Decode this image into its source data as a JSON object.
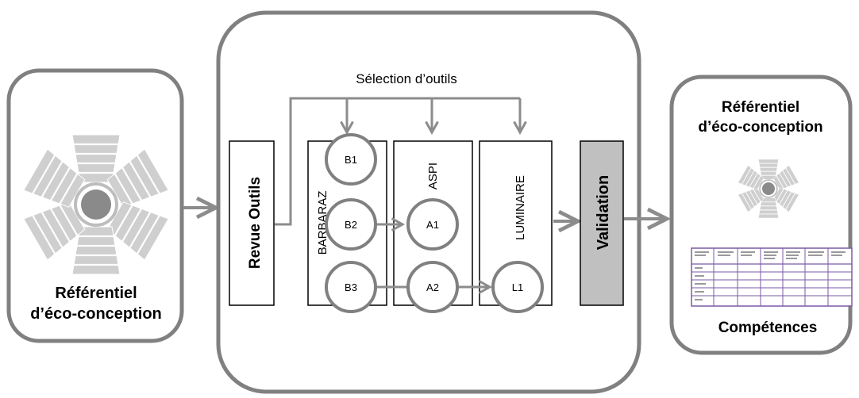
{
  "left_panel": {
    "title_line1": "Référentiel",
    "title_line2": "d’éco-conception",
    "icon": "eco-design-wheel-icon"
  },
  "center_panel": {
    "selection_label": "Sélection d’outils",
    "revue_label": "Revue Outils",
    "columns": [
      {
        "label": "BARBARAZ",
        "nodes": [
          "B1",
          "B2",
          "B3"
        ]
      },
      {
        "label": "ASPI",
        "nodes": [
          "A1",
          "A2"
        ]
      },
      {
        "label": "LUMINAIRE",
        "nodes": [
          "L1"
        ]
      }
    ],
    "validation_label": "Validation"
  },
  "right_panel": {
    "title_line1": "Référentiel",
    "title_line2": "d’éco-conception",
    "icon": "eco-design-wheel-icon",
    "table_icon": "competence-table-icon",
    "competences_label": "Compétences"
  },
  "colors": {
    "frame_gray": "#808080",
    "arrow_gray": "#8c8c8c",
    "validation_fill": "#c0c0c0",
    "wheel_fill": "#c8c8c8",
    "wheel_stripe": "#a8a8a8",
    "table_purple": "#7b5aa6"
  }
}
